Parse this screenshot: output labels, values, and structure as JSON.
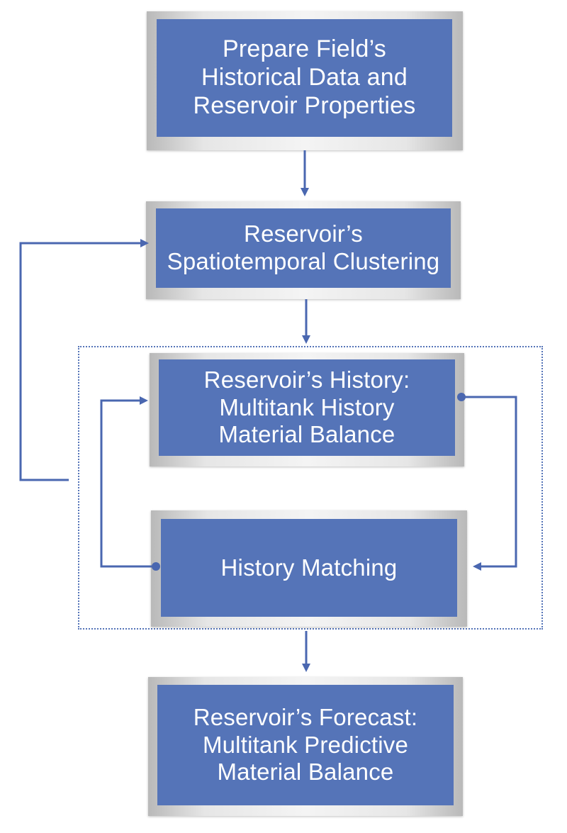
{
  "diagram": {
    "colors": {
      "box_fill": "#5574b8",
      "box_text": "#ffffff",
      "frame": "#e6e6e6",
      "connector": "#4a67b0"
    },
    "nodes": [
      {
        "id": "prepare",
        "lines": [
          "Prepare Field’s",
          "Historical Data and",
          "Reservoir Properties"
        ]
      },
      {
        "id": "clustering",
        "lines": [
          "Reservoir’s",
          "Spatiotemporal Clustering"
        ]
      },
      {
        "id": "history",
        "lines": [
          "Reservoir’s History:",
          "Multitank History",
          "Material Balance"
        ]
      },
      {
        "id": "matching",
        "lines": [
          "History Matching"
        ]
      },
      {
        "id": "forecast",
        "lines": [
          "Reservoir’s Forecast:",
          "Multitank Predictive",
          "Material Balance"
        ]
      }
    ],
    "edges": [
      {
        "from": "prepare",
        "to": "clustering"
      },
      {
        "from": "clustering",
        "to": "history"
      },
      {
        "from": "history",
        "to": "matching"
      },
      {
        "from": "matching",
        "to": "history"
      },
      {
        "from": "history",
        "to": "clustering"
      },
      {
        "from": "matching",
        "to": "forecast"
      }
    ]
  }
}
